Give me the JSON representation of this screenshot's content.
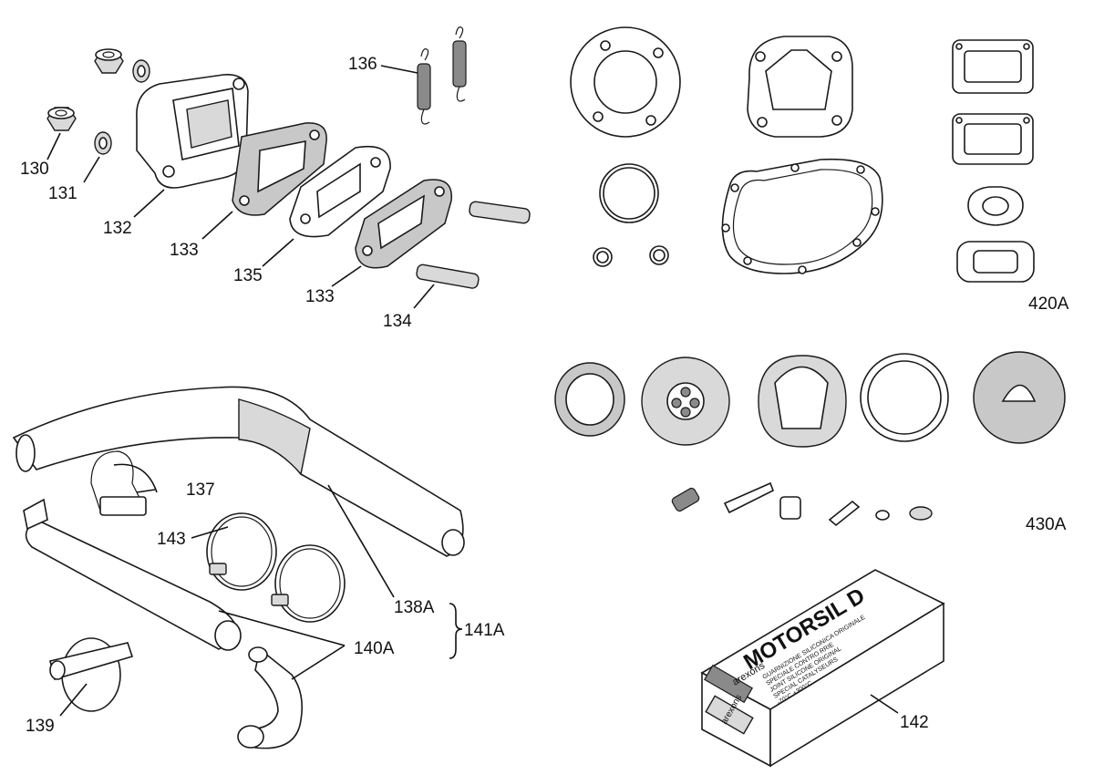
{
  "labels": {
    "l130": "130",
    "l131": "131",
    "l132": "132",
    "l133a": "133",
    "l135": "135",
    "l133b": "133",
    "l134": "134",
    "l136": "136",
    "l137": "137",
    "l143": "143",
    "l138A": "138A",
    "l141A": "141A",
    "l140A": "140A",
    "l139": "139",
    "l142": "142",
    "l420A": "420A",
    "l430A": "430A"
  },
  "product_box": {
    "title": "MOTORSIL D",
    "brand": "arexons",
    "line1": "GUARNIZIONE SILICONICA ORIGINALE",
    "line2": "SPECIALE CONTRO RRIE",
    "line3": "JOINT SILICONE ORIGINAL",
    "line4": "SPECIAL CATALYSEURS",
    "line5": "-70°C +300°C"
  }
}
